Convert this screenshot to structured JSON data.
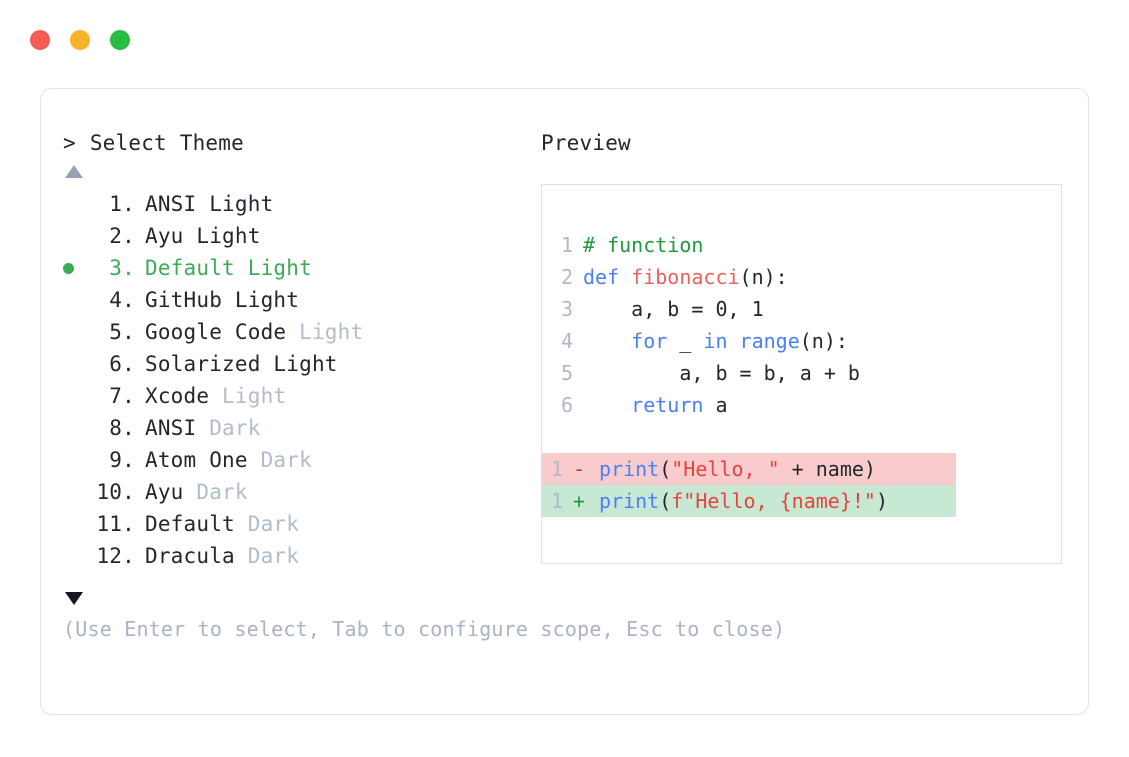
{
  "window": {
    "traffic_lights": [
      {
        "name": "close-button",
        "color": "#f45d55"
      },
      {
        "name": "minimize-button",
        "color": "#f6b32a"
      },
      {
        "name": "maximize-button",
        "color": "#27bd40"
      }
    ]
  },
  "left": {
    "prompt_caret": ">",
    "prompt_title": "Select Theme",
    "scroll_up_icon": "triangle-up",
    "scroll_down_icon": "triangle-down",
    "themes": [
      {
        "index": " 1.",
        "name": "ANSI",
        "variant": " Light",
        "variant_muted": false,
        "selected": false
      },
      {
        "index": " 2.",
        "name": "Ayu",
        "variant": " Light",
        "variant_muted": false,
        "selected": false
      },
      {
        "index": " 3.",
        "name": "Default",
        "variant": " Light",
        "variant_muted": false,
        "selected": true
      },
      {
        "index": " 4.",
        "name": "GitHub",
        "variant": " Light",
        "variant_muted": false,
        "selected": false
      },
      {
        "index": " 5.",
        "name": "Google Code",
        "variant": " Light",
        "variant_muted": true,
        "selected": false
      },
      {
        "index": " 6.",
        "name": "Solarized",
        "variant": " Light",
        "variant_muted": false,
        "selected": false
      },
      {
        "index": " 7.",
        "name": "Xcode",
        "variant": " Light",
        "variant_muted": true,
        "selected": false
      },
      {
        "index": " 8.",
        "name": "ANSI",
        "variant": " Dark",
        "variant_muted": true,
        "selected": false
      },
      {
        "index": " 9.",
        "name": "Atom One",
        "variant": " Dark",
        "variant_muted": true,
        "selected": false
      },
      {
        "index": "10.",
        "name": "Ayu",
        "variant": " Dark",
        "variant_muted": true,
        "selected": false
      },
      {
        "index": "11.",
        "name": "Default",
        "variant": " Dark",
        "variant_muted": true,
        "selected": false
      },
      {
        "index": "12.",
        "name": "Dracula",
        "variant": " Dark",
        "variant_muted": true,
        "selected": false
      }
    ],
    "hint": "(Use Enter to select, Tab to configure scope, Esc to close)"
  },
  "right": {
    "preview_label": "Preview",
    "code_lines": [
      {
        "ln": "1",
        "tokens": [
          {
            "t": "# function",
            "c": "comment"
          }
        ]
      },
      {
        "ln": "2",
        "tokens": [
          {
            "t": "def ",
            "c": "kw"
          },
          {
            "t": "fibonacci",
            "c": "fn"
          },
          {
            "t": "(n):",
            "c": "plain"
          }
        ]
      },
      {
        "ln": "3",
        "tokens": [
          {
            "t": "    a, b = 0, 1",
            "c": "plain"
          }
        ]
      },
      {
        "ln": "4",
        "tokens": [
          {
            "t": "    ",
            "c": "plain"
          },
          {
            "t": "for",
            "c": "kw"
          },
          {
            "t": " _ ",
            "c": "plain"
          },
          {
            "t": "in range",
            "c": "kw"
          },
          {
            "t": "(n):",
            "c": "plain"
          }
        ]
      },
      {
        "ln": "5",
        "tokens": [
          {
            "t": "        a, b = b, a + b",
            "c": "plain"
          }
        ]
      },
      {
        "ln": "6",
        "tokens": [
          {
            "t": "    ",
            "c": "plain"
          },
          {
            "t": "return",
            "c": "kw"
          },
          {
            "t": " a",
            "c": "plain"
          }
        ]
      }
    ],
    "diff_lines": [
      {
        "ln": "1",
        "sign": "-",
        "kind": "minus",
        "tokens": [
          {
            "t": "print",
            "c": "kw"
          },
          {
            "t": "(",
            "c": "plain"
          },
          {
            "t": "\"Hello, \"",
            "c": "str"
          },
          {
            "t": " + name)",
            "c": "plain"
          }
        ]
      },
      {
        "ln": "1",
        "sign": "+",
        "kind": "plus",
        "tokens": [
          {
            "t": "print",
            "c": "kw"
          },
          {
            "t": "(",
            "c": "plain"
          },
          {
            "t": "f\"Hello, {name}!\"",
            "c": "str"
          },
          {
            "t": ")",
            "c": "plain"
          }
        ]
      }
    ]
  },
  "colors": {
    "accent_green": "#3daa55",
    "muted_text": "#b3bcce",
    "hint_text": "#a9b2c6",
    "border": "#e0e4ea",
    "diff_minus_bg": "#f8cccc",
    "diff_plus_bg": "#c7e9d4",
    "kw_blue": "#4a80f5",
    "fn_red": "#e8615c",
    "str_red": "#e8433f",
    "comment_green": "#1f9a3d"
  }
}
